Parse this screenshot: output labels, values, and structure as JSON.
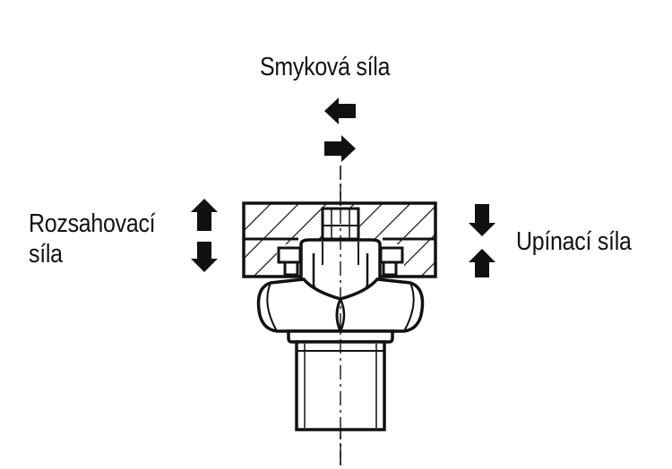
{
  "labels": {
    "shear_force": "Smyková síla",
    "spreading_force_line1": "Rozsahovací",
    "spreading_force_line2": "síla",
    "clamping_force": "Upínací síla"
  },
  "icons": {
    "shear": [
      "arrow-left-icon",
      "arrow-right-icon"
    ],
    "spreading": [
      "arrow-up-icon",
      "arrow-down-icon"
    ],
    "clamping": [
      "arrow-down-icon",
      "arrow-up-icon"
    ]
  },
  "colors": {
    "ink": "#111111",
    "background": "#ffffff"
  }
}
